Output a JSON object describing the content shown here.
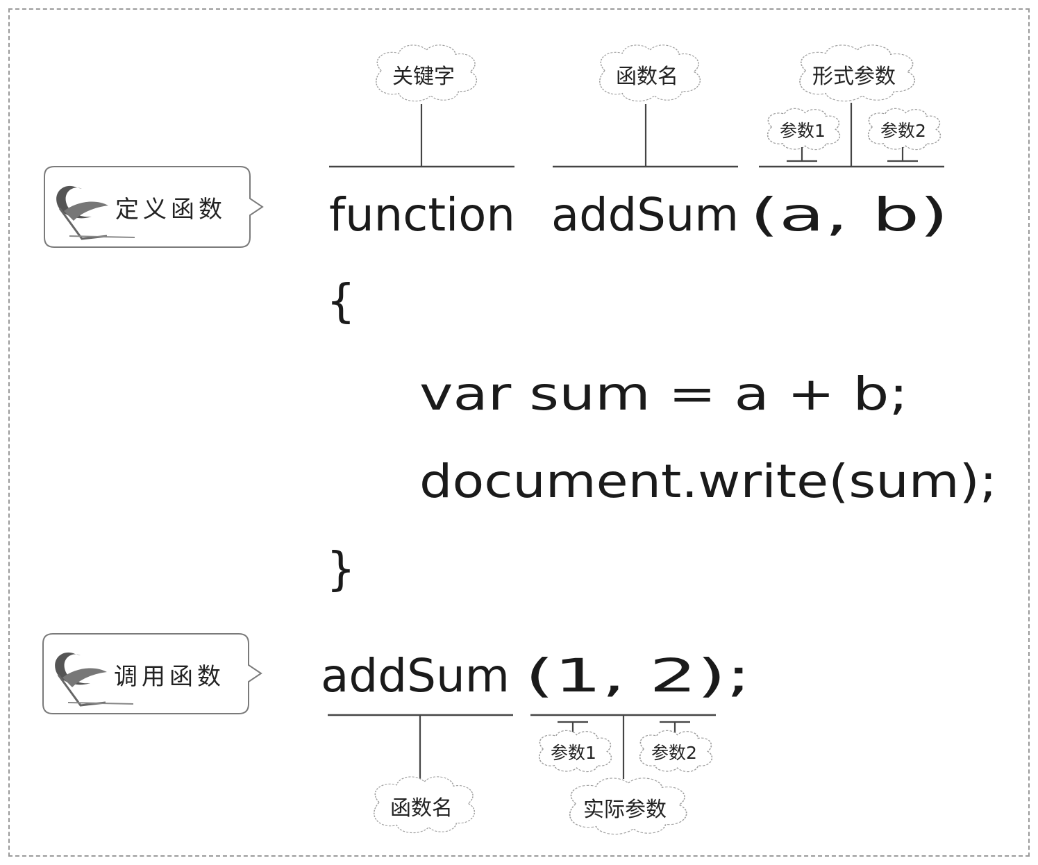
{
  "callouts": {
    "define": "定义函数",
    "call": "调用函数"
  },
  "labels": {
    "keyword": "关键字",
    "func_name": "函数名",
    "formal_params": "形式参数",
    "param1": "参数1",
    "param2": "参数2",
    "call_func_name": "函数名",
    "actual_params": "实际参数",
    "call_param1": "参数1",
    "call_param2": "参数2"
  },
  "code": {
    "kw_function": "function",
    "def_name": "addSum",
    "def_params": "(a, b)",
    "open_brace": "{",
    "line_var": "var sum = a + b;",
    "line_write": "document.write(sum);",
    "close_brace": "}",
    "call_name": "addSum",
    "call_args": "(1, 2);"
  }
}
